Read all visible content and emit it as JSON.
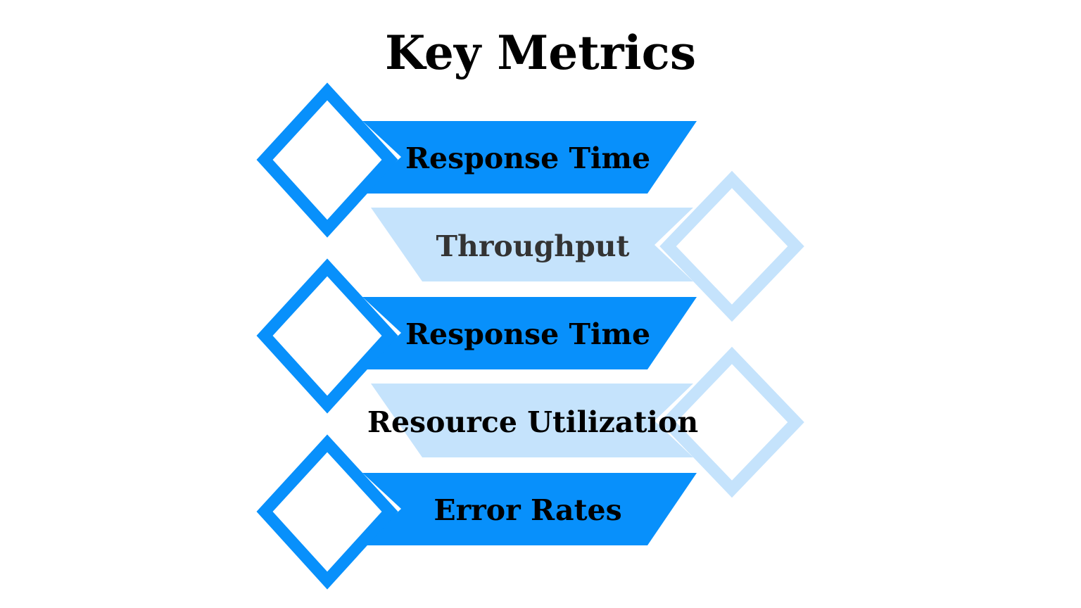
{
  "page": {
    "title": "Key Metrics",
    "background": "#ffffff"
  },
  "colors": {
    "accent_dark": "#0890FB",
    "accent_light": "#C5E3FC",
    "text_dark": "#000000",
    "text_muted": "#333333",
    "canvas": "#ffffff"
  },
  "diagram": {
    "type": "chevron-process-list",
    "orientation": "vertical",
    "item_count": 5,
    "items": [
      {
        "index": 1,
        "label": "Response Time",
        "style": "dark",
        "fill": "#0890FB",
        "text_color": "#000000",
        "diamond_side": "left",
        "diamond_stroke": "#0890FB"
      },
      {
        "index": 2,
        "label": "Throughput",
        "style": "light",
        "fill": "#C5E3FC",
        "text_color": "#333333",
        "diamond_side": "right",
        "diamond_stroke": "#C5E3FC"
      },
      {
        "index": 3,
        "label": "Response Time",
        "style": "dark",
        "fill": "#0890FB",
        "text_color": "#000000",
        "diamond_side": "left",
        "diamond_stroke": "#0890FB"
      },
      {
        "index": 4,
        "label": "Resource Utilization",
        "style": "light",
        "fill": "#C5E3FC",
        "text_color": "#000000",
        "diamond_side": "right",
        "diamond_stroke": "#C5E3FC"
      },
      {
        "index": 5,
        "label": "Error Rates",
        "style": "dark",
        "fill": "#0890FB",
        "text_color": "#000000",
        "diamond_side": "left",
        "diamond_stroke": "#0890FB"
      }
    ]
  }
}
